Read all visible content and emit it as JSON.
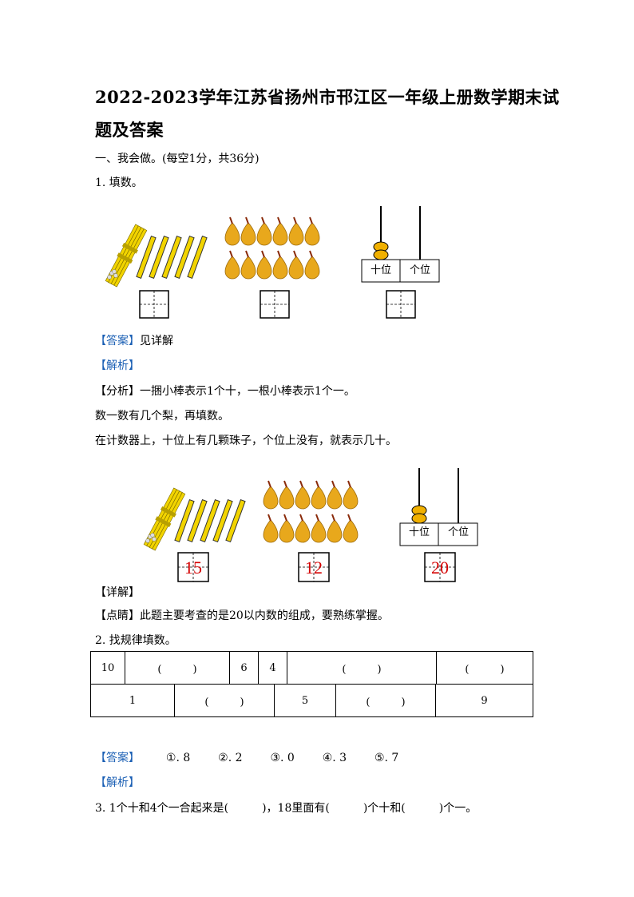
{
  "title_line1": "2022-2023学年江苏省扬州市邗江区一年级上册数学期末试",
  "title_line2": "题及答案",
  "section1": "一、我会做。(每空1分，共36分)",
  "q1": {
    "label": "1. 填数。",
    "abacus_tens": "十位",
    "abacus_ones": "个位",
    "answer_tag": "【答案】",
    "answer_text": "见详解",
    "analysis_tag": "【解析】",
    "fenxi_tag": "【分析】",
    "fenxi_text": "一捆小棒表示1个十，一根小棒表示1个一。",
    "line2": "数一数有几个梨，再填数。",
    "line3": "在计数器上，十位上有几颗珠子，个位上没有，就表示几十。",
    "sticks_answer": "15",
    "pears_answer": "12",
    "abacus_answer": "20",
    "detail_tag": "【详解】",
    "dianjing_tag": "【点睛】",
    "dianjing_text": "此题主要考查的是20以内数的组成，要熟练掌握。"
  },
  "q2": {
    "label": "2. 找规律填数。",
    "row1": [
      "10",
      "(　　　)",
      "6",
      "4",
      "(　　　)",
      "(　　　)"
    ],
    "row2": [
      "1",
      "(　　　)",
      "5",
      "(　　　)",
      "9"
    ],
    "answer_tag": "【答案】",
    "answers": [
      "①. 8",
      "②. 2",
      "③. 0",
      "④. 3",
      "⑤. 7"
    ],
    "analysis_tag": "【解析】"
  },
  "q3": {
    "text": "3. 1个十和4个一合起来是(　　　)，18里面有(　　　)个十和(　　　)个一。"
  }
}
